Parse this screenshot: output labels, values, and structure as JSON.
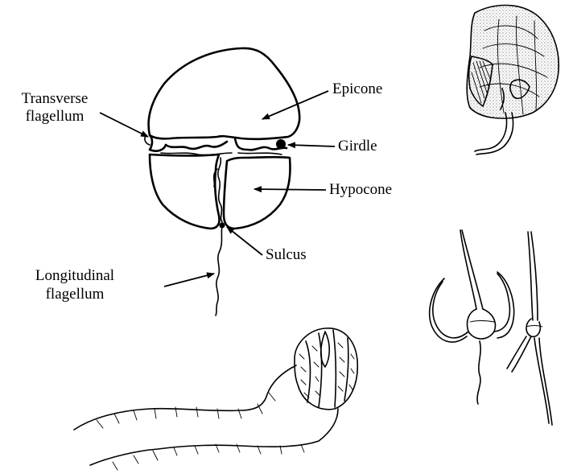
{
  "labels": {
    "epicone": "Epicone",
    "transverse_flagellum_line1": "Transverse",
    "transverse_flagellum_line2": "flagellum",
    "girdle": "Girdle",
    "hypocone": "Hypocone",
    "sulcus": "Sulcus",
    "longitudinal_flagellum_line1": "Longitudinal",
    "longitudinal_flagellum_line2": "flagellum"
  },
  "colors": {
    "ink": "#000000",
    "background": "#ffffff",
    "stipple": "#555555"
  }
}
